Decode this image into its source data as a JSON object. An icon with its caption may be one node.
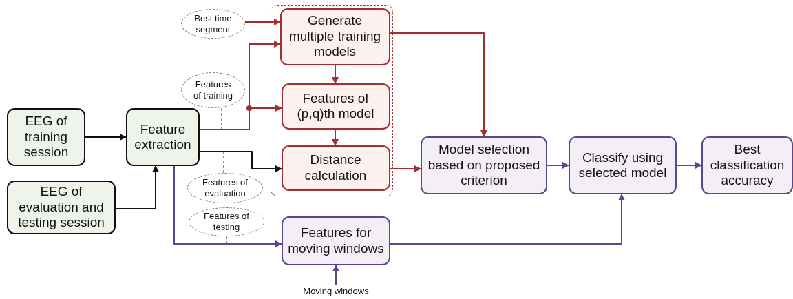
{
  "diagram": {
    "nodes": [
      {
        "text": [
          "EEG of training session"
        ]
      },
      {
        "text": [
          "EEG of evaluation and testing session"
        ]
      },
      {
        "text": [
          "Feature extraction"
        ]
      },
      {
        "text": [
          "Best time segment"
        ]
      },
      {
        "text": [
          "Features of training"
        ]
      },
      {
        "text": [
          "Features of evaluation"
        ]
      },
      {
        "text": [
          "Features of testing"
        ]
      },
      {
        "text": [],
        "shape": "box"
      },
      {
        "text": [
          "Generate multiple training models"
        ],
        "in": 7
      },
      {
        "text": [
          "Features of (p,q)th model"
        ],
        "in": 7
      },
      {
        "text": [
          "Distance calculation"
        ],
        "in": 7
      },
      {
        "text": [
          "Features for moving windows"
        ]
      },
      {
        "text": [
          "Moving windows"
        ]
      },
      {
        "text": [
          "Model selection based on proposed criterion"
        ]
      },
      {
        "text": [
          "Classify using selected model"
        ]
      },
      {
        "text": [
          "Best classification accuracy"
        ]
      }
    ],
    "edges": [
      {
        "from": 0,
        "to": 2,
        "arrow": "to",
        "color": "#111111"
      },
      {
        "from": 1,
        "to": 2,
        "arrow": "to",
        "color": "#111111"
      },
      {
        "from": 2,
        "to": 8,
        "arrow": "to",
        "color": "#a3302d"
      },
      {
        "from": 2,
        "to": 9,
        "arrow": "to",
        "color": "#a3302d"
      },
      {
        "from": 2,
        "to": 10,
        "arrow": "to",
        "color": "#111111"
      },
      {
        "from": 2,
        "to": 11,
        "arrow": "to",
        "color": "#5d4591"
      },
      {
        "from": 3,
        "to": 8,
        "arrow": "to",
        "color": "#a3302d"
      },
      {
        "from": 4,
        "to": null,
        "arrow": "none",
        "style": "dashed",
        "color": "#a3302d"
      },
      {
        "from": 5,
        "to": null,
        "arrow": "none",
        "style": "dashed",
        "color": "#444444"
      },
      {
        "from": 6,
        "to": null,
        "arrow": "none",
        "style": "dashed",
        "color": "#5d4591"
      },
      {
        "from": 8,
        "to": 9,
        "arrow": "to",
        "color": "#a3302d"
      },
      {
        "from": 9,
        "to": 10,
        "arrow": "to",
        "color": "#a3302d"
      },
      {
        "from": 8,
        "to": 13,
        "arrow": "to",
        "color": "#a3302d"
      },
      {
        "from": 10,
        "to": 13,
        "arrow": "to",
        "color": "#a3302d"
      },
      {
        "from": 11,
        "to": 14,
        "arrow": "to",
        "color": "#5d4591"
      },
      {
        "from": 12,
        "to": 11,
        "arrow": "to",
        "color": "#5d4591"
      },
      {
        "from": 13,
        "to": 14,
        "arrow": "to",
        "color": "#5d4591"
      },
      {
        "from": 14,
        "to": 15,
        "arrow": "to",
        "color": "#5d4591"
      }
    ]
  }
}
